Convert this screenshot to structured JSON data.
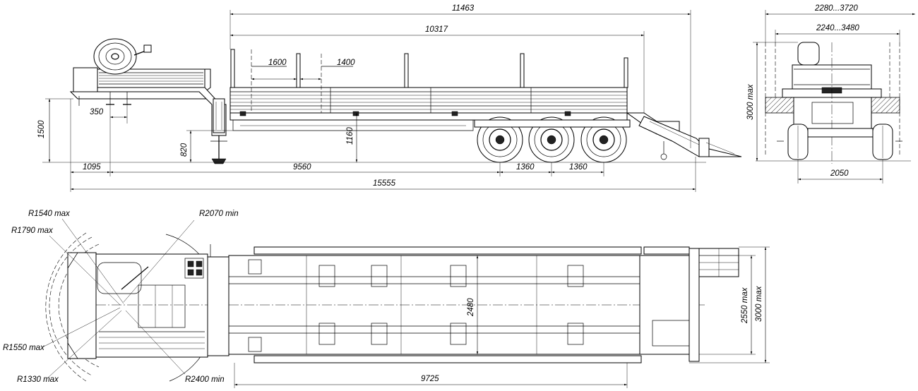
{
  "side_view": {
    "overall_length": "11463",
    "deck_length": "10317",
    "stake_spacing_front": "1600",
    "stake_spacing_mid": "1400",
    "front_overhang": "350",
    "gooseneck_height": "1500",
    "platform_height": "820",
    "deck_height": "1160",
    "front_axle_offset": "1095",
    "wheelbase_main": "9560",
    "axle_spacing_1": "1360",
    "axle_spacing_2": "1360",
    "total_length": "15555"
  },
  "rear_view": {
    "width_range_outer": "2280...3720",
    "width_range_inner": "2240...3480",
    "height_max": "3000 max",
    "track_width": "2050"
  },
  "top_view": {
    "radius_1540": "R1540 max",
    "radius_1790": "R1790 max",
    "radius_2070": "R2070 min",
    "radius_1550": "R1550 max",
    "radius_1330": "R1330 max",
    "radius_2400": "R2400 min",
    "platform_width": "2480",
    "width_2550": "2550 max",
    "width_3000": "3000 max",
    "deck_length_top": "9725"
  }
}
